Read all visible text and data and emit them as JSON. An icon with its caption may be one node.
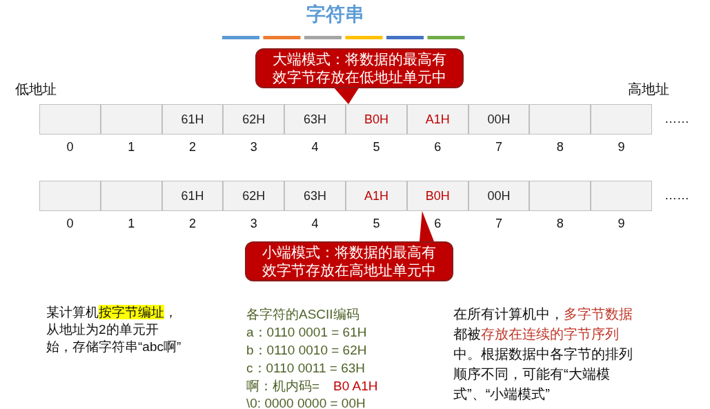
{
  "diagram": {
    "title": "字符串",
    "nodes": [
      {
        "text": [
          "大端模式：将数据的最高有效字节存放在低地址单元中"
        ]
      },
      {
        "text": [],
        "shape": "box",
        "beside": [
          "0"
        ]
      },
      {
        "text": [],
        "shape": "box",
        "beside": [
          "1"
        ]
      },
      {
        "text": [
          "61H"
        ],
        "beside": [
          "2"
        ]
      },
      {
        "text": [
          "62H"
        ],
        "beside": [
          "3"
        ]
      },
      {
        "text": [
          "63H"
        ],
        "beside": [
          "4"
        ]
      },
      {
        "text": [
          "B0H"
        ],
        "beside": [
          "5"
        ]
      },
      {
        "text": [
          "A1H"
        ],
        "beside": [
          "6"
        ]
      },
      {
        "text": [
          "00H"
        ],
        "beside": [
          "7"
        ]
      },
      {
        "text": [],
        "shape": "box",
        "beside": [
          "8"
        ]
      },
      {
        "text": [],
        "shape": "box",
        "beside": [
          "9"
        ]
      },
      {
        "text": [],
        "shape": "box",
        "beside": [
          "0"
        ]
      },
      {
        "text": [],
        "shape": "box",
        "beside": [
          "1"
        ]
      },
      {
        "text": [
          "61H"
        ],
        "beside": [
          "2"
        ]
      },
      {
        "text": [
          "62H"
        ],
        "beside": [
          "3"
        ]
      },
      {
        "text": [
          "63H"
        ],
        "beside": [
          "4"
        ]
      },
      {
        "text": [
          "A1H"
        ],
        "beside": [
          "5"
        ]
      },
      {
        "text": [
          "B0H"
        ],
        "beside": [
          "6"
        ]
      },
      {
        "text": [
          "00H"
        ],
        "beside": [
          "7"
        ]
      },
      {
        "text": [],
        "shape": "box",
        "beside": [
          "8"
        ]
      },
      {
        "text": [],
        "shape": "box",
        "beside": [
          "9"
        ]
      },
      {
        "text": [
          "小端模式：将数据的最高有效字节存放在高地址单元中"
        ]
      }
    ],
    "edges": [
      {
        "from": 0,
        "to": 6,
        "arrow": "to"
      },
      {
        "from": 21,
        "to": 17,
        "arrow": "to"
      }
    ],
    "labels": [
      "低地址",
      "高地址",
      "……",
      "……",
      "某计算机**按字节编址**，从地址为2的单元开始，存储字符串“abc啊”",
      "各字符的ASCII编码",
      "a：0110 0001 = 61H",
      "b：0110 0010 = 62H",
      "c：0110 0011 = 63H",
      "啊：机内码=",
      "B0 A1H",
      "\\0: 0000 0000 = 00H",
      "在所有计算机中，**多字节数据**都被**存放在连续的字节序列**中。根据数据中各字节的排列顺序不同，可能有“大端模式”、“小端模式”"
    ]
  }
}
